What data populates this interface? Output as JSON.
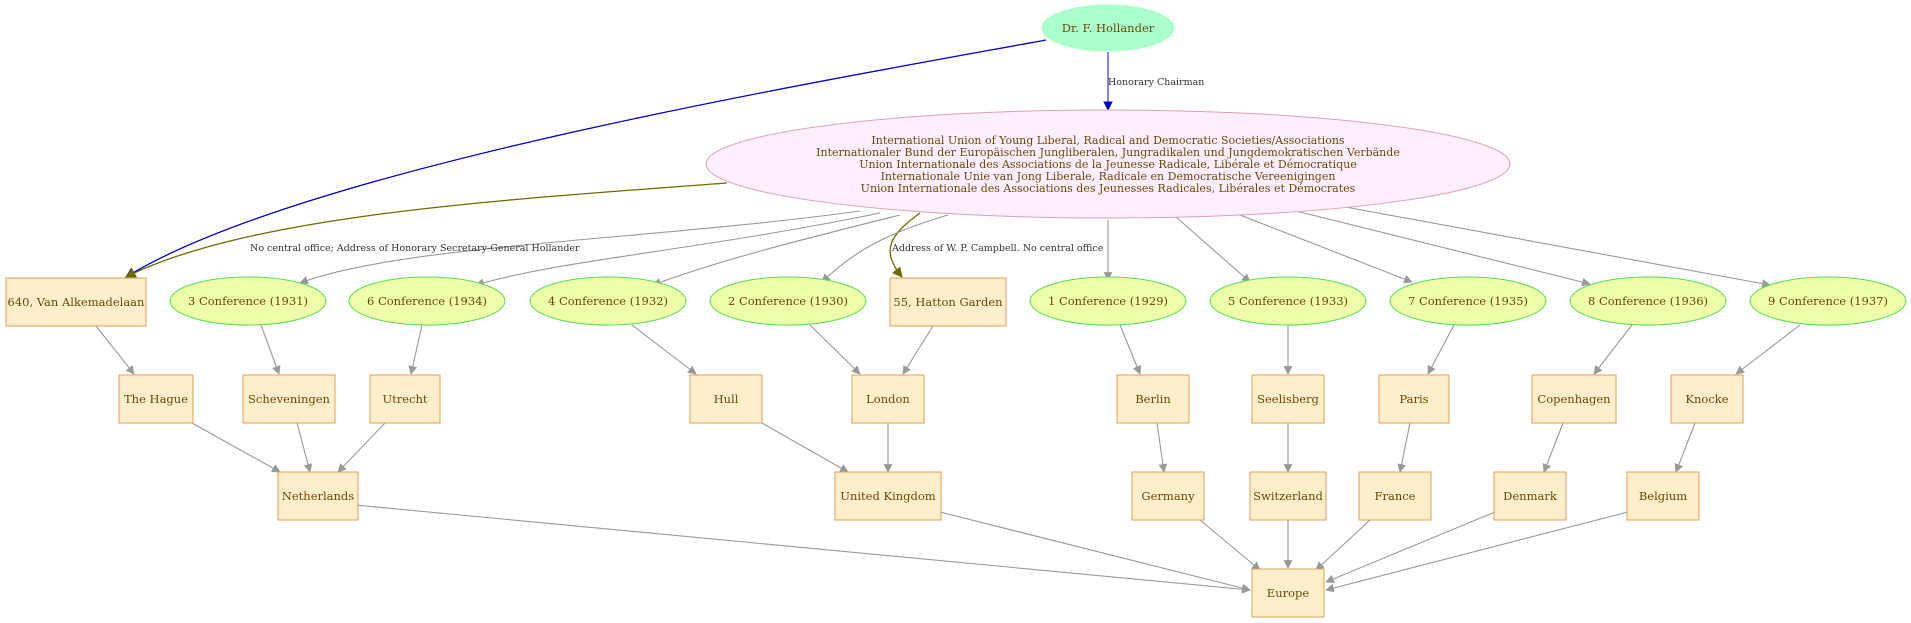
{
  "colors": {
    "person_fill": "#aaffcc",
    "org_fill": "#ffeeff",
    "org_stroke": "#e0a0b0",
    "conference_fill": "#eeffaa",
    "conference_stroke": "#55dd55",
    "place_fill": "#ffeecc",
    "place_stroke": "#e0a050",
    "text": "#6b4a00",
    "edge_gray": "#999999",
    "edge_blue": "#0000cc",
    "edge_olive": "#6b6b00"
  },
  "nodes": {
    "hollander": "Dr. F. Hollander",
    "union_lines": [
      "International Union of Young Liberal, Radical and Democratic Societies/Associations",
      "Internationaler Bund der Europäischen Jungliberalen, Jungradikalen und Jungdemokratischen Verbände",
      "Union Internationale des Associations de la Jeunesse Radicale, Libérale et Démocratique",
      "Internationale Unie van Jong Liberale, Radicale en Democratische Vereenigingen",
      "Union Internationale des Associations des Jeunesses Radicales, Libérales et Démocrates"
    ],
    "van_alkemadelaan": "640, Van Alkemadelaan",
    "conf3": "3 Conference (1931)",
    "conf6": "6 Conference (1934)",
    "conf4": "4 Conference (1932)",
    "conf2": "2 Conference (1930)",
    "hatton_garden": "55, Hatton Garden",
    "conf1": "1 Conference (1929)",
    "conf5": "5 Conference (1933)",
    "conf7": "7 Conference (1935)",
    "conf8": "8 Conference (1936)",
    "conf9": "9 Conference (1937)",
    "the_hague": "The Hague",
    "scheveningen": "Scheveningen",
    "utrecht": "Utrecht",
    "hull": "Hull",
    "london": "London",
    "berlin": "Berlin",
    "seelisberg": "Seelisberg",
    "paris": "Paris",
    "copenhagen": "Copenhagen",
    "knocke": "Knocke",
    "netherlands": "Netherlands",
    "united_kingdom": "United Kingdom",
    "germany": "Germany",
    "switzerland": "Switzerland",
    "france": "France",
    "denmark": "Denmark",
    "belgium": "Belgium",
    "europe": "Europe"
  },
  "edge_labels": {
    "honorary_chairman": "Honorary Chairman",
    "no_central_office": "No central  office; Address  of Honorary  Secretary-General Hollander",
    "campbell_address": "Address of W. P. Campbell. No central office"
  }
}
